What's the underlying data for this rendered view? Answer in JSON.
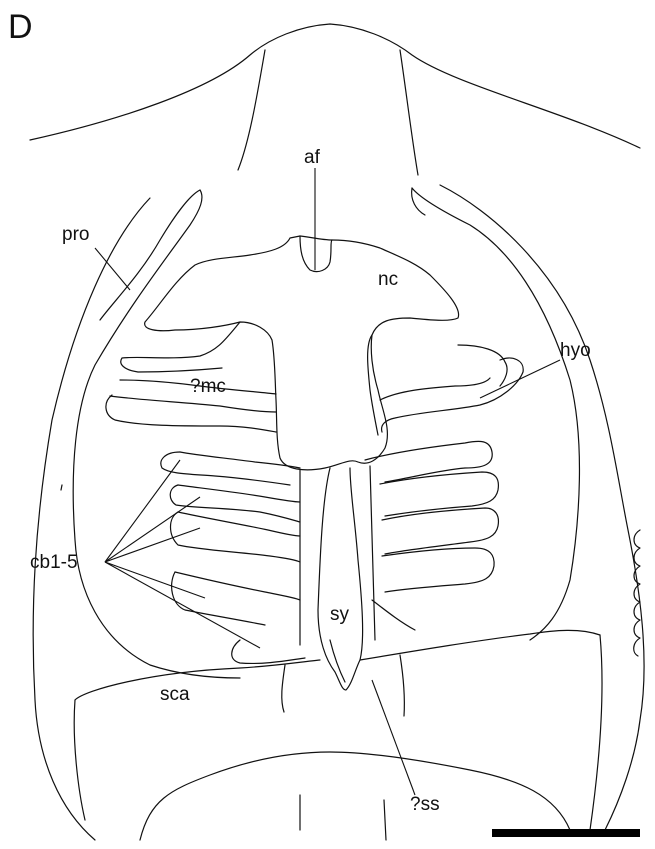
{
  "figure": {
    "panel_letter": "D",
    "labels": {
      "af": "af",
      "pro": "pro",
      "nc": "nc",
      "hyo": "hyo",
      "mc": "?mc",
      "cb": "cb1-5",
      "sy": "sy",
      "sca": "sca",
      "ss": "?ss"
    }
  }
}
